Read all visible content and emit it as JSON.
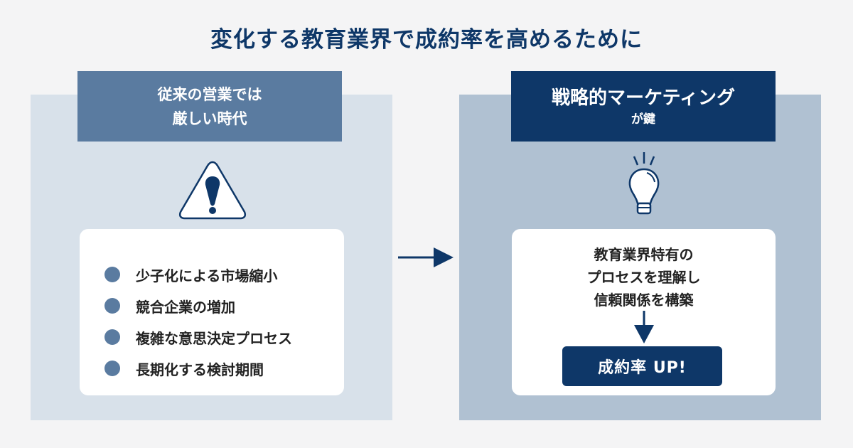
{
  "title": "変化する教育業界で成約率を高めるために",
  "left": {
    "header_line1": "従来の営業では",
    "header_line2": "厳しい時代",
    "icon": "warning-icon",
    "bullets": [
      "少子化による市場縮小",
      "競合企業の増加",
      "複雑な意思決定プロセス",
      "長期化する検討期間"
    ]
  },
  "arrow": "arrow-right-icon",
  "right": {
    "header_line1": "戦略的マーケティング",
    "header_line2": "が鍵",
    "icon": "lightbulb-icon",
    "text_lines": [
      "教育業界特有の",
      "プロセスを理解し",
      "信頼関係を構築"
    ],
    "result": "成約率 UP!"
  },
  "colors": {
    "navy": "#0e3768",
    "steel_blue": "#5a7ba0",
    "left_panel": "#d8e1ea",
    "right_panel": "#b0c1d2",
    "background": "#f4f4f5"
  }
}
